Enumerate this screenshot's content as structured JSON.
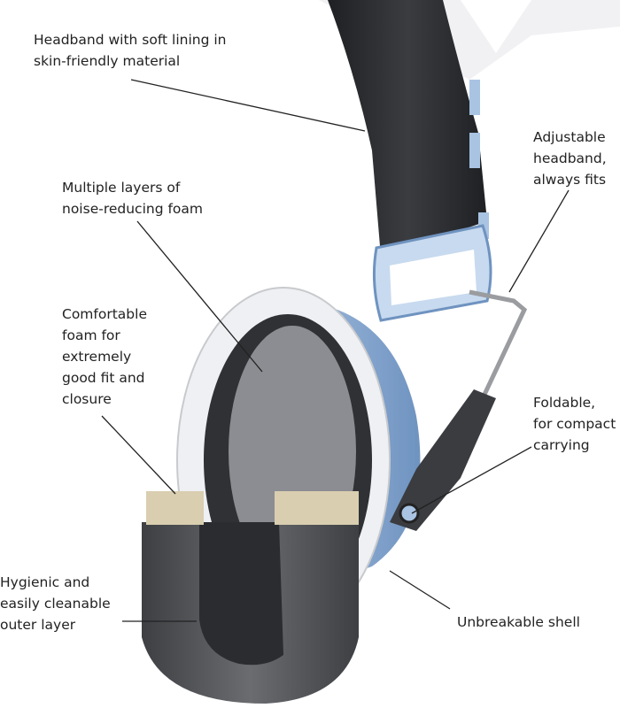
{
  "labels": {
    "headband": "Headband with soft lining in\nskin-friendly material",
    "adjustable": "Adjustable\nheadband,\nalways fits",
    "foam_layers": "Multiple layers of\nnoise-reducing foam",
    "comfort_foam": "Comfortable\nfoam for\nextremely\ngood fit and\nclosure",
    "foldable": "Foldable,\nfor compact\ncarrying",
    "outer_layer": "Hygienic and\neasily cleanable\nouter layer",
    "shell": "Unbreakable shell"
  },
  "colors": {
    "shell": "#8fb0d6",
    "headband": "#2b2d30",
    "cushion": "#5a5c60",
    "foam": "#d9ceb0",
    "inner_foam": "#8c8d92"
  }
}
